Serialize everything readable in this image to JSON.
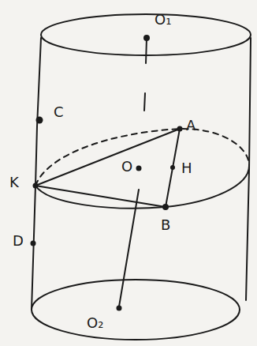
{
  "diagram": {
    "labels": [
      "O₁",
      "C",
      "A",
      "K",
      "O",
      "H",
      "B",
      "D",
      "O₂"
    ]
  }
}
